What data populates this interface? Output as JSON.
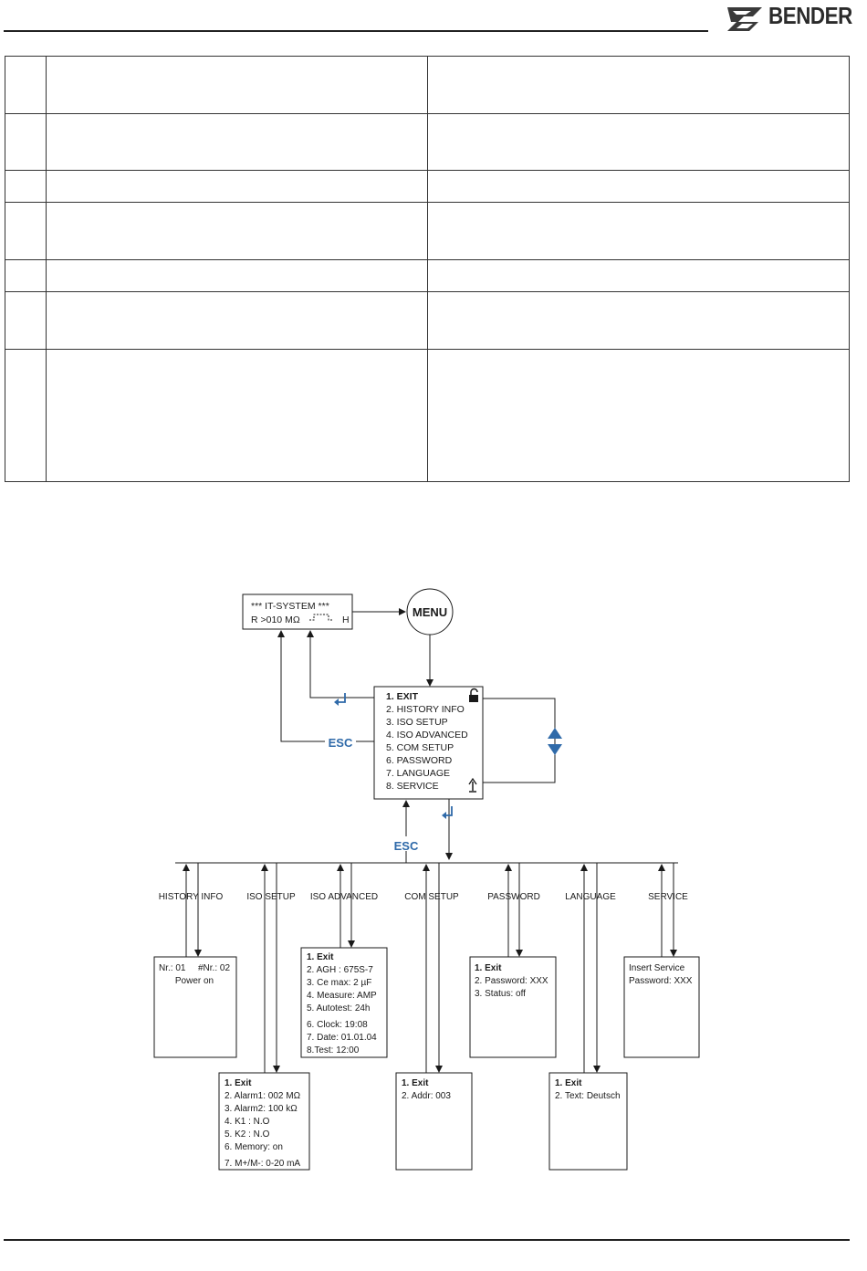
{
  "brand": {
    "name": "BENDER"
  },
  "table": {
    "row_count": 7
  },
  "diagram": {
    "status_display": {
      "line1": "*** IT-SYSTEM ***",
      "line2_left": "R >010 MΩ",
      "line2_right": "H"
    },
    "menu_button": "MENU",
    "main_menu": {
      "items": [
        "1. EXIT",
        "2. HISTORY INFO",
        "3. ISO SETUP",
        "4. ISO ADVANCED",
        "5. COM SETUP",
        "6. PASSWORD",
        "7. LANGUAGE",
        "8. SERVICE"
      ]
    },
    "esc_label": "ESC",
    "submenu_labels": [
      "HISTORY INFO",
      "ISO SETUP",
      "ISO ADVANCED",
      "COM SETUP",
      "PASSWORD",
      "LANGUAGE",
      "SERVICE"
    ],
    "history_info": {
      "line1_a": "Nr.: 01",
      "line1_b": "#Nr.: 02",
      "line2": "Power on"
    },
    "iso_advanced": [
      "1. Exit",
      "2. AGH : 675S-7",
      "3. Ce max: 2 µF",
      "4. Measure: AMP",
      "5. Autotest: 24h",
      "6. Clock:   19:08",
      "7. Date: 01.01.04",
      "8.Test:     12:00"
    ],
    "password": [
      "1. Exit",
      "2. Password:  XXX",
      "3. Status:  off"
    ],
    "service": [
      "Insert Service",
      "Password: XXX"
    ],
    "iso_setup": [
      "1. Exit",
      "2. Alarm1: 002 MΩ",
      "3. Alarm2: 100 kΩ",
      "4. K1 : N.O",
      "5. K2 : N.O",
      "6. Memory: on",
      "7. M+/M-: 0-20 mA"
    ],
    "com_setup": [
      "1. Exit",
      "2. Addr: 003"
    ],
    "language": [
      "1. Exit",
      "2. Text: Deutsch"
    ]
  }
}
